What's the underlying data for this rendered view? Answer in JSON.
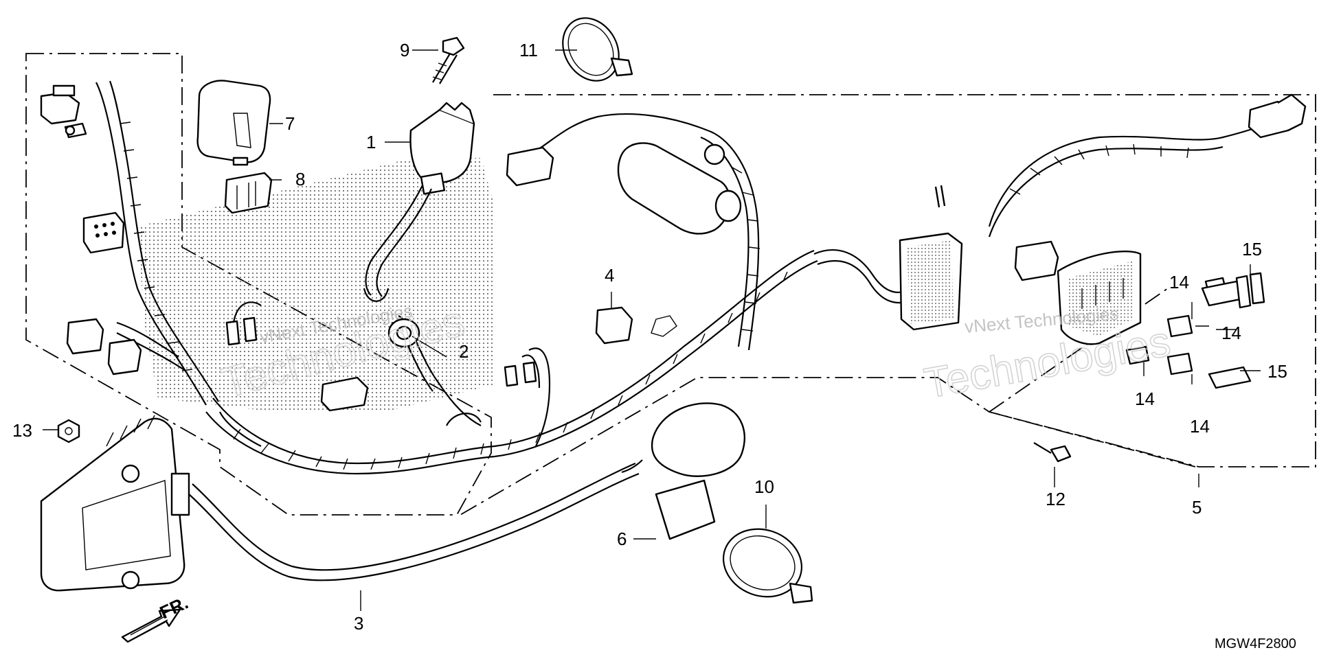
{
  "diagram": {
    "drawing_code": "MGW4F2800",
    "front_indicator": "FR.",
    "watermark": {
      "brand_line1": "vNext Technologies",
      "brand_line2": "Technologies"
    },
    "callouts": [
      "1",
      "2",
      "3",
      "4",
      "5",
      "6",
      "7",
      "8",
      "9",
      "10",
      "11",
      "12",
      "13",
      "14",
      "15"
    ],
    "extra_labels": {
      "c14b": "14",
      "c14c": "14",
      "c14d": "14",
      "c14e": "14",
      "c15b": "15"
    }
  }
}
